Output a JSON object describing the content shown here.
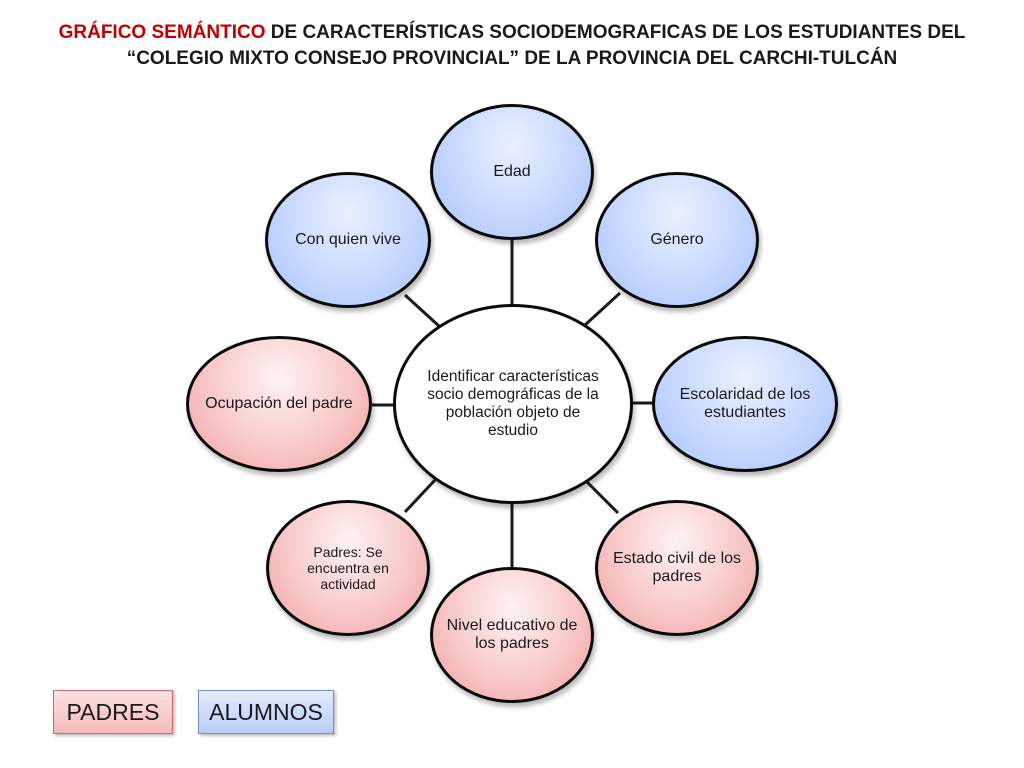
{
  "title": {
    "accent": "GRÁFICO SEMÁNTICO",
    "rest_line1": " DE CARACTERÍSTICAS SOCIODEMOGRAFICAS DE LOS ESTUDIANTES DEL",
    "line2": "“COLEGIO MIXTO CONSEJO PROVINCIAL” DE LA PROVINCIA DEL CARCHI-TULCÁN"
  },
  "center_node": {
    "label": "Identificar características socio demográficas de la población  objeto de estudio"
  },
  "nodes": {
    "edad": "Edad",
    "genero": "Género",
    "escolaridad": "Escolaridad de los estudiantes",
    "estado_civil": "Estado civil de los padres",
    "nivel_educativo": "Nivel educativo de los padres",
    "padres_actividad": "Padres: Se encuentra en actividad",
    "ocupacion_padre": "Ocupación del padre",
    "con_quien_vive": "Con quien vive"
  },
  "legend": {
    "padres": "PADRES",
    "alumnos": "ALUMNOS"
  },
  "colors": {
    "title_accent": "#c00000",
    "alumnos_fill": "#c7d8ff",
    "padres_fill": "#f8c9c9",
    "outline": "#0a0a0a"
  }
}
